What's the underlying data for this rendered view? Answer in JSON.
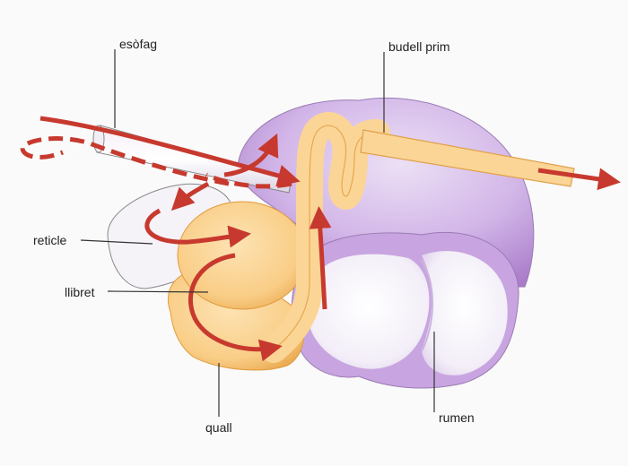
{
  "labels": {
    "esophagus": "esòfag",
    "small_intestine": "budell prim",
    "reticulum": "reticle",
    "omasum": "llibret",
    "abomasum": "quall",
    "rumen": "rumen"
  },
  "colors": {
    "background": "#fafafa",
    "rumen_purple": "#c9a6e0",
    "rumen_light": "#f7f4fb",
    "organ_orange": "#fbd596",
    "organ_orange_dark": "#ecae58",
    "arrow_red": "#c7392e",
    "outline": "#444444"
  }
}
